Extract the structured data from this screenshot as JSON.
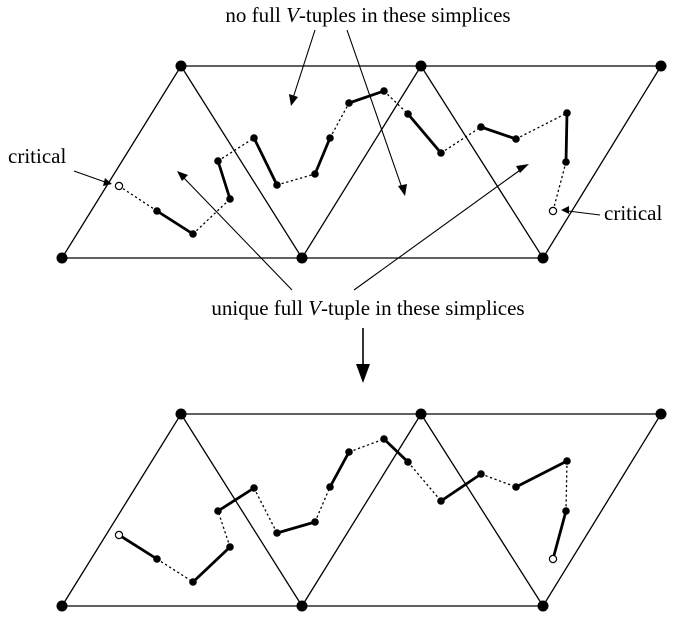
{
  "labels": {
    "top": {
      "prefix": "no full ",
      "variable": "V",
      "suffix": "-tuples in these simplices"
    },
    "middle": {
      "prefix": "unique full ",
      "variable": "V",
      "suffix": "-tuple in these simplices"
    },
    "critical_left": "critical",
    "critical_right": "critical"
  },
  "colors": {
    "stroke": "#000000",
    "background": "#ffffff"
  },
  "panels": [
    {
      "id": "before",
      "triangles": 4,
      "chain": [
        "open",
        "solid",
        "solid",
        "solid",
        "solid",
        "solid",
        "solid",
        "solid",
        "solid",
        "solid",
        "solid",
        "solid",
        "solid",
        "solid",
        "solid",
        "solid",
        "solid",
        "open"
      ],
      "links": [
        "dotted",
        "thick",
        "dotted",
        "thick",
        "dotted",
        "thick",
        "dotted",
        "thick",
        "dotted",
        "thick",
        "dotted",
        "thick",
        "dotted",
        "thick",
        "dotted",
        "thick",
        "dotted"
      ]
    },
    {
      "id": "after",
      "triangles": 4,
      "chain": [
        "open",
        "solid",
        "solid",
        "solid",
        "solid",
        "solid",
        "solid",
        "solid",
        "solid",
        "solid",
        "solid",
        "solid",
        "solid",
        "solid",
        "solid",
        "solid",
        "solid",
        "open"
      ],
      "links": [
        "thick",
        "dotted",
        "thick",
        "dotted",
        "thick",
        "dotted",
        "thick",
        "dotted",
        "thick",
        "dotted",
        "thick",
        "dotted",
        "thick",
        "dotted",
        "thick",
        "dotted",
        "thick"
      ]
    }
  ]
}
